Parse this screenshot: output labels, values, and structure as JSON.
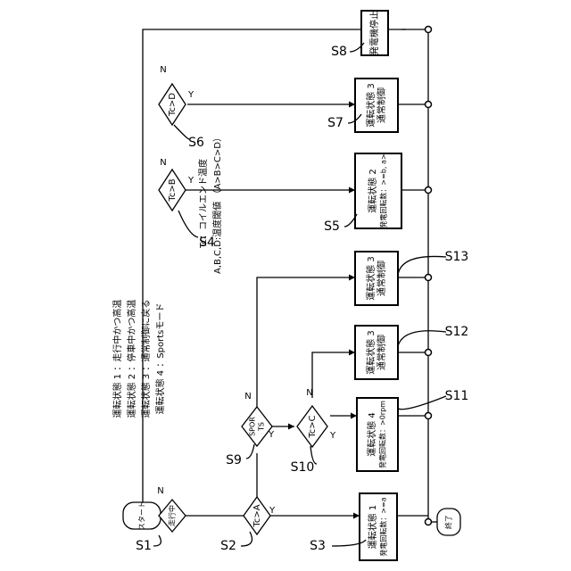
{
  "start": {
    "label": "スタート"
  },
  "end": {
    "label": "終了"
  },
  "decisions": {
    "running": {
      "label": "走行中",
      "step": "S1",
      "no": "N"
    },
    "tc_a": {
      "label": "Tc>A",
      "step": "S2",
      "yes": "Y"
    },
    "sports": {
      "label1": "SPOR",
      "label2": "TS",
      "step": "S9",
      "yes": "Y",
      "no": "N"
    },
    "tc_c": {
      "label": "Tc>C",
      "step": "S10",
      "yes": "Y",
      "no": "N"
    },
    "tc_b": {
      "label": "Tc>B",
      "step": "S4",
      "yes": "Y",
      "no": "N"
    },
    "tc_d": {
      "label": "Tc>D",
      "step": "S6",
      "yes": "Y",
      "no": "N"
    }
  },
  "processes": {
    "s3": {
      "step": "S3",
      "line1": "運転状態 1",
      "line2": "発電回転数：>=a"
    },
    "s11": {
      "step": "S11",
      "line1": "運転状態 4",
      "line2": "発電回転数：>0rpm"
    },
    "s12": {
      "step": "S12",
      "line1": "運転状態 3",
      "line2": "通常制御"
    },
    "s13": {
      "step": "S13",
      "line1": "運転状態 3",
      "line2": "通常制御"
    },
    "s5": {
      "step": "S5",
      "line1": "運転状態 2",
      "line2": "発電回転数：>=b, a>"
    },
    "s7": {
      "step": "S7",
      "line1": "運転状態 3",
      "line2": "通常制御"
    },
    "s8": {
      "step": "S8",
      "line1": "発電機停止"
    }
  },
  "legend_states": [
    "運転状態 1 ：走行中かつ高温",
    "運転状態 2 ：停車中かつ高温",
    "運転状態 3 ：通常制御に戻る",
    "運転状態 4 ：Sportsモード"
  ],
  "legend_defs": [
    "Tc：コイルエンド温度",
    "A,B,C,D:温度閾値 （A>B>C>D）"
  ]
}
